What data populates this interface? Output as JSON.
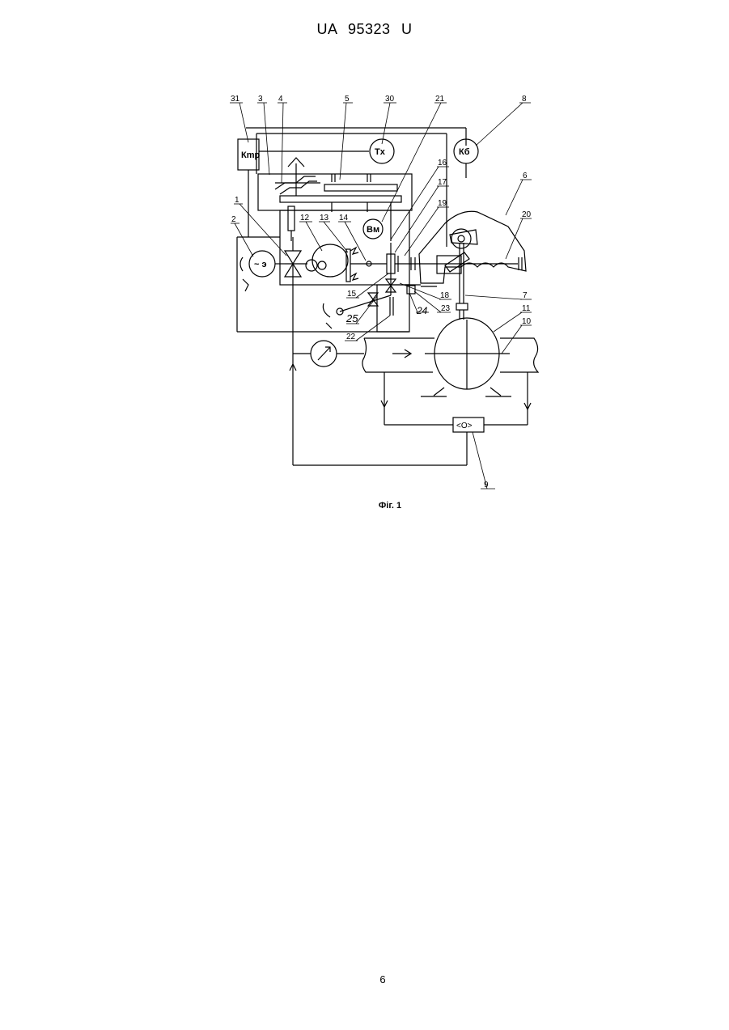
{
  "header": "UA   95323   U",
  "figure": {
    "caption": "Фіг. 1",
    "reference_numerals": [
      "31",
      "3",
      "4",
      "5",
      "30",
      "21",
      "8",
      "16",
      "17",
      "19",
      "6",
      "20",
      "1",
      "2",
      "12",
      "13",
      "14",
      "15",
      "18",
      "7",
      "25",
      "24",
      "23",
      "11",
      "22",
      "10",
      "9"
    ],
    "circle_labels": {
      "ktr": "Кmp",
      "tx": "Tx",
      "kv": "Кб",
      "vm": "Вм",
      "engine": "~ э"
    }
  },
  "page_number": "6"
}
